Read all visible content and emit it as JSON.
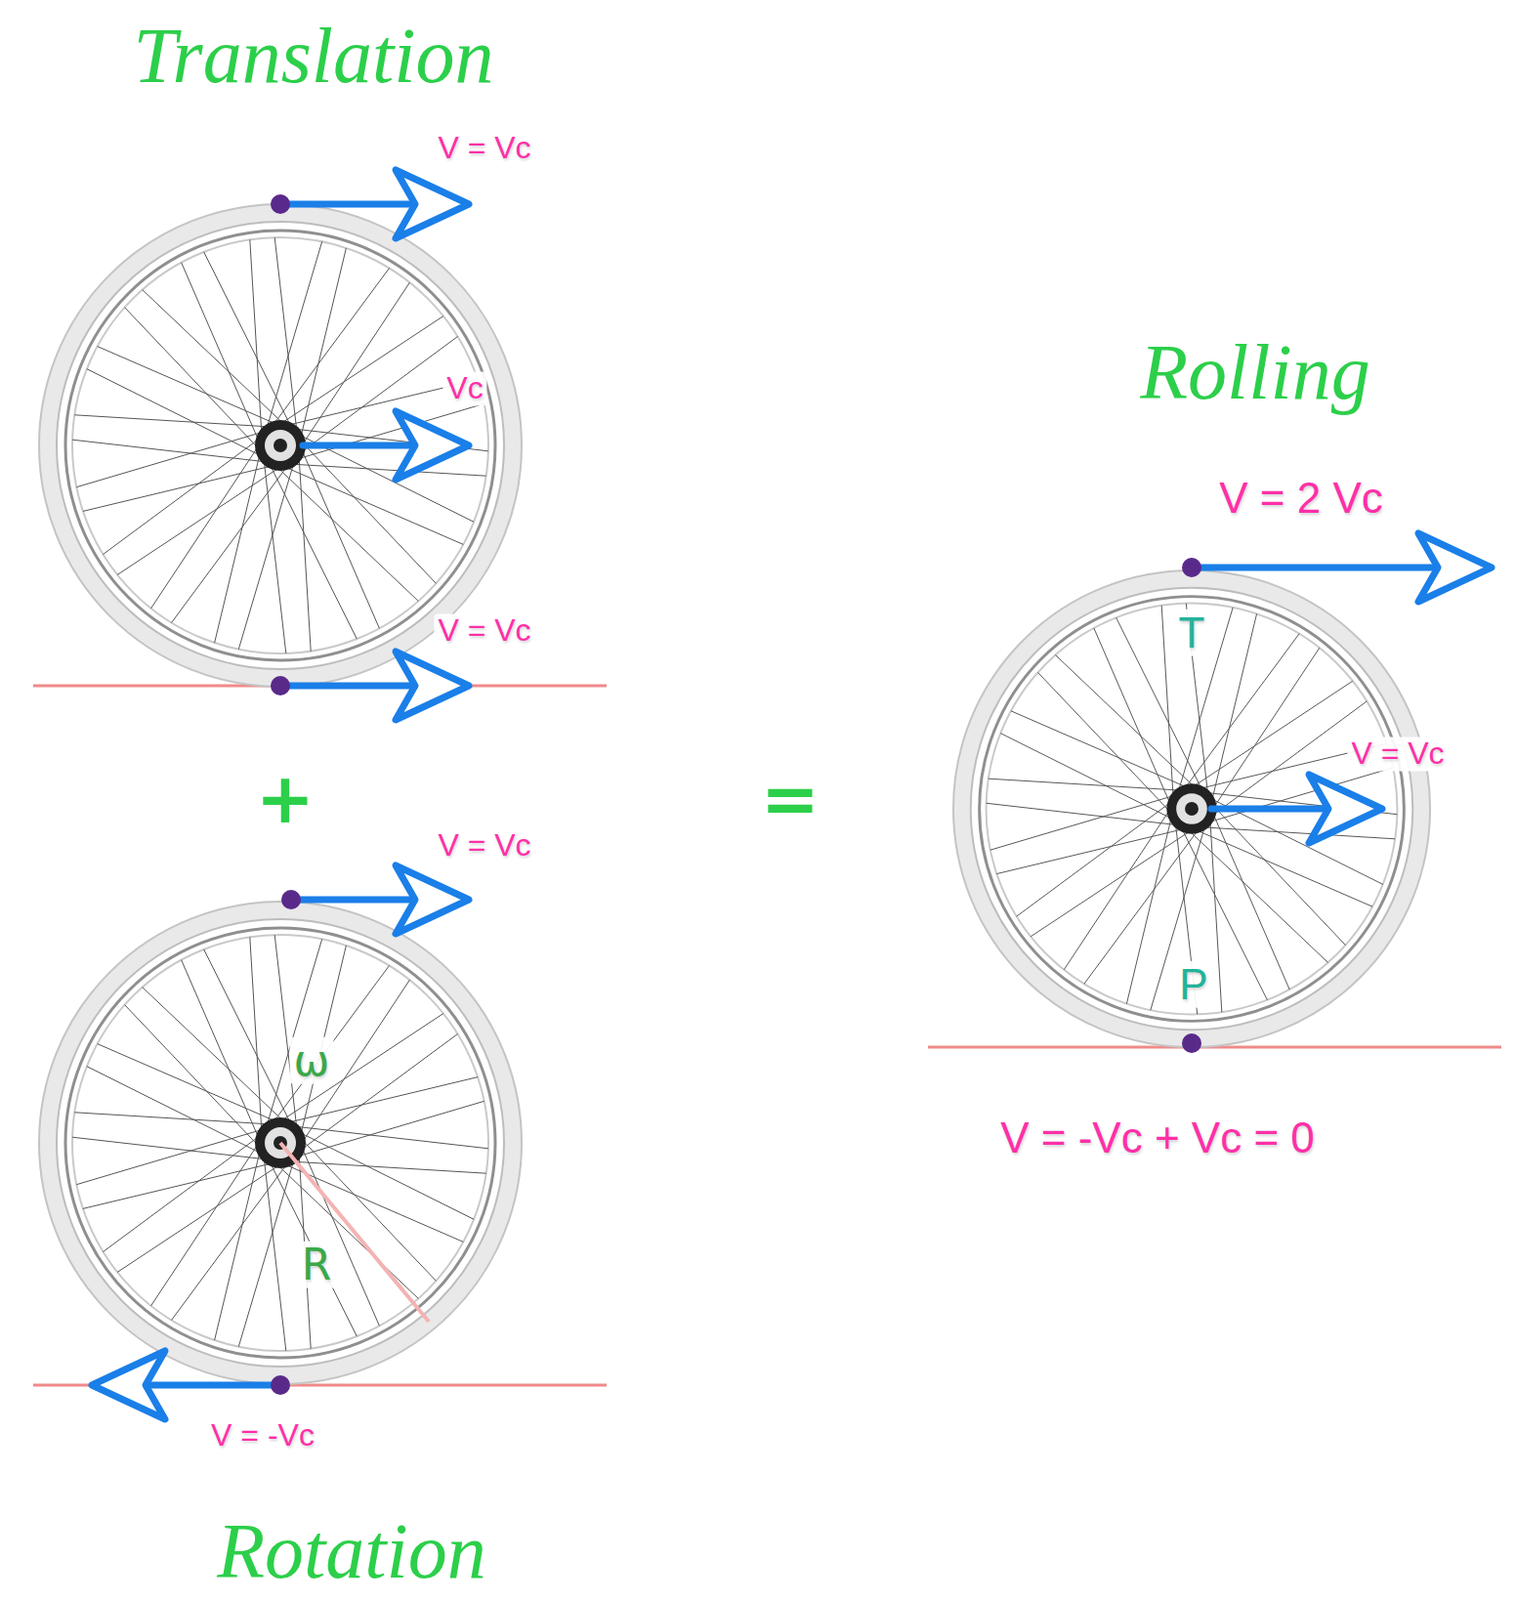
{
  "diagram": {
    "labels": [
      "Translation",
      "V = Vc",
      "Vc",
      "V = Vc",
      "Rolling",
      "V = 2 Vc",
      "T",
      "V = Vc",
      "+",
      "=",
      "P",
      "V = Vc",
      "ω",
      "R",
      "V = -Vc + Vc = 0",
      "V = -Vc",
      "Rotation"
    ]
  }
}
